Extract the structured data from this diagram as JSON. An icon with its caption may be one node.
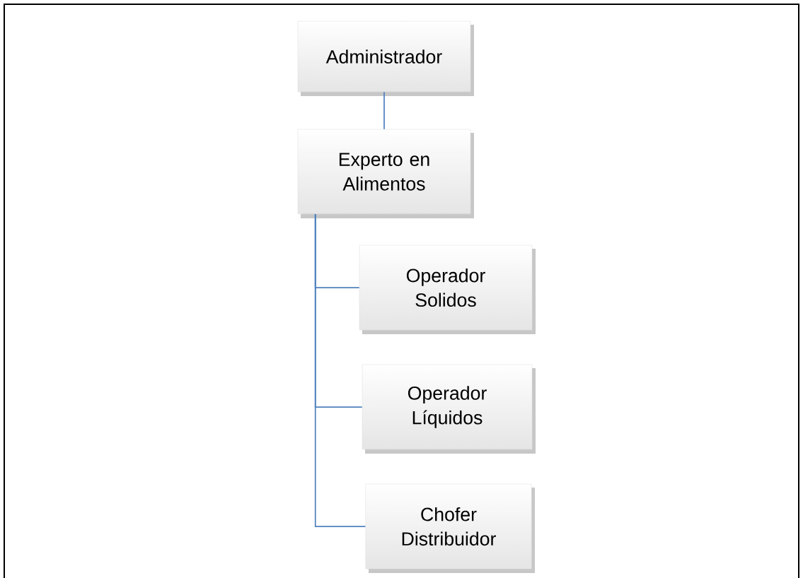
{
  "diagram": {
    "nodes": [
      {
        "text": [
          "Administrador"
        ]
      },
      {
        "text": [
          "Experto en Alimentos"
        ]
      },
      {
        "text": [
          "Operador Solidos"
        ]
      },
      {
        "text": [
          "Operador Líquidos"
        ]
      },
      {
        "text": [
          "Chofer Distribuidor"
        ]
      }
    ],
    "edges": [
      {
        "from": 0,
        "to": 1,
        "arrow": "none"
      },
      {
        "from": 1,
        "to": 2,
        "arrow": "none"
      },
      {
        "from": 1,
        "to": 3,
        "arrow": "none"
      },
      {
        "from": 1,
        "to": 4,
        "arrow": "none"
      }
    ]
  }
}
